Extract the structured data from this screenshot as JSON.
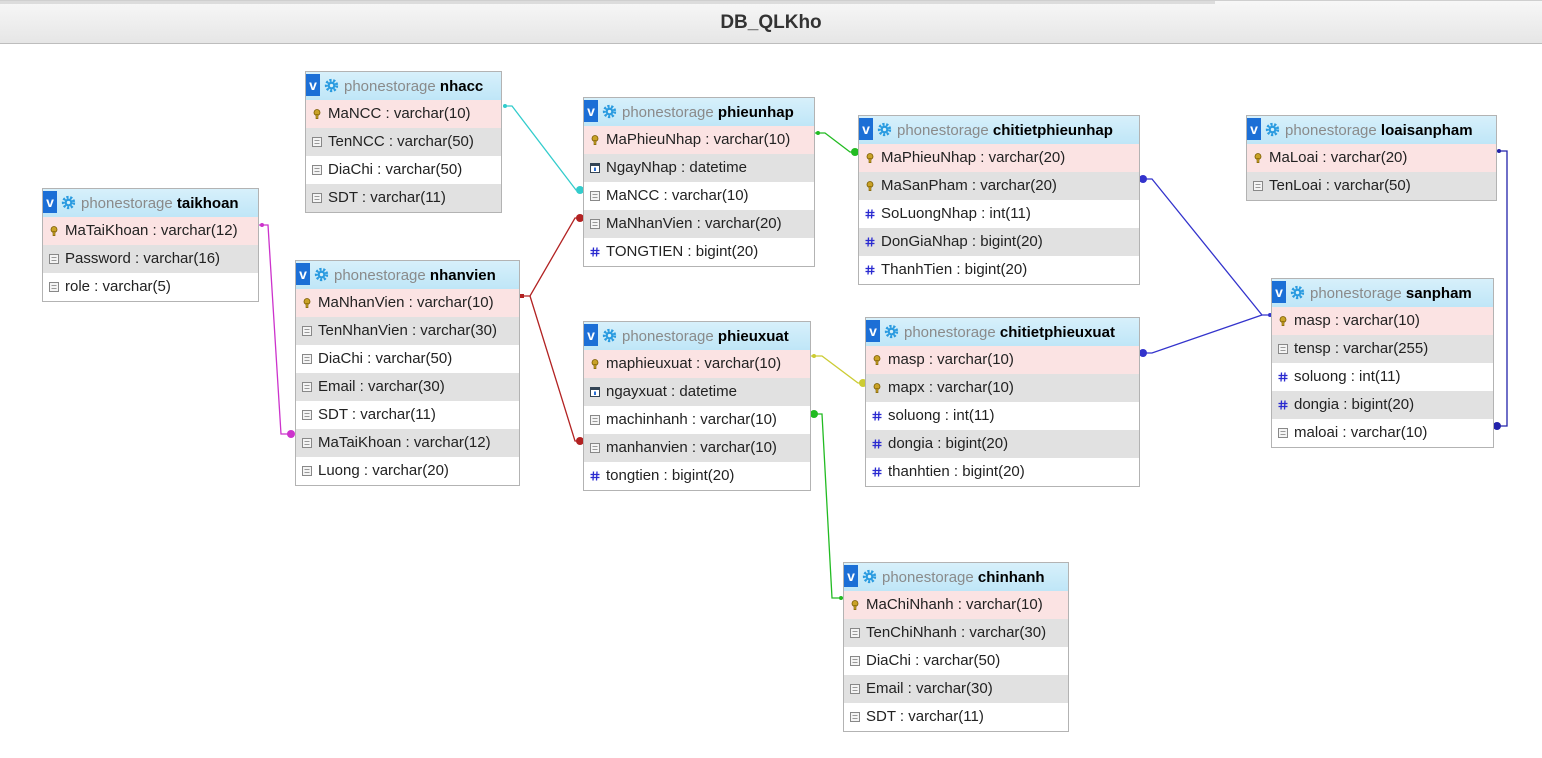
{
  "title": "DB_QLKho",
  "db_prefix": "phonestorage",
  "tables": {
    "nhacc": {
      "name": "nhacc",
      "columns": [
        {
          "text": "MaNCC : varchar(10)",
          "icon": "key-icon"
        },
        {
          "text": "TenNCC : varchar(50)",
          "icon": "field-icon"
        },
        {
          "text": "DiaChi : varchar(50)",
          "icon": "field-icon"
        },
        {
          "text": "SDT : varchar(11)",
          "icon": "field-icon"
        }
      ]
    },
    "taikhoan": {
      "name": "taikhoan",
      "columns": [
        {
          "text": "MaTaiKhoan : varchar(12)",
          "icon": "key-icon"
        },
        {
          "text": "Password : varchar(16)",
          "icon": "field-icon"
        },
        {
          "text": "role : varchar(5)",
          "icon": "field-icon"
        }
      ]
    },
    "nhanvien": {
      "name": "nhanvien",
      "columns": [
        {
          "text": "MaNhanVien : varchar(10)",
          "icon": "key-icon"
        },
        {
          "text": "TenNhanVien : varchar(30)",
          "icon": "field-icon"
        },
        {
          "text": "DiaChi : varchar(50)",
          "icon": "field-icon"
        },
        {
          "text": "Email : varchar(30)",
          "icon": "field-icon"
        },
        {
          "text": "SDT : varchar(11)",
          "icon": "field-icon"
        },
        {
          "text": "MaTaiKhoan : varchar(12)",
          "icon": "field-icon"
        },
        {
          "text": "Luong : varchar(20)",
          "icon": "field-icon"
        }
      ]
    },
    "phieunhap": {
      "name": "phieunhap",
      "columns": [
        {
          "text": "MaPhieuNhap : varchar(10)",
          "icon": "key-icon"
        },
        {
          "text": "NgayNhap : datetime",
          "icon": "date-icon"
        },
        {
          "text": "MaNCC : varchar(10)",
          "icon": "field-icon"
        },
        {
          "text": "MaNhanVien : varchar(20)",
          "icon": "field-icon"
        },
        {
          "text": "TONGTIEN : bigint(20)",
          "icon": "number-icon"
        }
      ]
    },
    "phieuxuat": {
      "name": "phieuxuat",
      "columns": [
        {
          "text": "maphieuxuat : varchar(10)",
          "icon": "key-icon"
        },
        {
          "text": "ngayxuat : datetime",
          "icon": "date-icon"
        },
        {
          "text": "machinhanh : varchar(10)",
          "icon": "field-icon"
        },
        {
          "text": "manhanvien : varchar(10)",
          "icon": "field-icon"
        },
        {
          "text": "tongtien : bigint(20)",
          "icon": "number-icon"
        }
      ]
    },
    "chitietphieunhap": {
      "name": "chitietphieunhap",
      "columns": [
        {
          "text": "MaPhieuNhap : varchar(20)",
          "icon": "key-icon"
        },
        {
          "text": "MaSanPham : varchar(20)",
          "icon": "key-icon"
        },
        {
          "text": "SoLuongNhap : int(11)",
          "icon": "number-icon"
        },
        {
          "text": "DonGiaNhap : bigint(20)",
          "icon": "number-icon"
        },
        {
          "text": "ThanhTien : bigint(20)",
          "icon": "number-icon"
        }
      ]
    },
    "chitietphieuxuat": {
      "name": "chitietphieuxuat",
      "columns": [
        {
          "text": "masp : varchar(10)",
          "icon": "key-icon"
        },
        {
          "text": "mapx : varchar(10)",
          "icon": "key-icon"
        },
        {
          "text": "soluong : int(11)",
          "icon": "number-icon"
        },
        {
          "text": "dongia : bigint(20)",
          "icon": "number-icon"
        },
        {
          "text": "thanhtien : bigint(20)",
          "icon": "number-icon"
        }
      ]
    },
    "chinhanh": {
      "name": "chinhanh",
      "columns": [
        {
          "text": "MaChiNhanh : varchar(10)",
          "icon": "key-icon"
        },
        {
          "text": "TenChiNhanh : varchar(30)",
          "icon": "field-icon"
        },
        {
          "text": "DiaChi : varchar(50)",
          "icon": "field-icon"
        },
        {
          "text": "Email : varchar(30)",
          "icon": "field-icon"
        },
        {
          "text": "SDT : varchar(11)",
          "icon": "field-icon"
        }
      ]
    },
    "loaisanpham": {
      "name": "loaisanpham",
      "columns": [
        {
          "text": "MaLoai : varchar(20)",
          "icon": "key-icon"
        },
        {
          "text": "TenLoai : varchar(50)",
          "icon": "field-icon"
        }
      ]
    },
    "sanpham": {
      "name": "sanpham",
      "columns": [
        {
          "text": "masp : varchar(10)",
          "icon": "key-icon"
        },
        {
          "text": "tensp : varchar(255)",
          "icon": "field-icon"
        },
        {
          "text": "soluong : int(11)",
          "icon": "number-icon"
        },
        {
          "text": "dongia : bigint(20)",
          "icon": "number-icon"
        },
        {
          "text": "maloai : varchar(10)",
          "icon": "field-icon"
        }
      ]
    }
  },
  "relations": [
    {
      "from": "phieunhap.MaNCC",
      "to": "nhacc.MaNCC",
      "color": "#33cccc"
    },
    {
      "from": "nhanvien.MaTaiKhoan",
      "to": "taikhoan.MaTaiKhoan",
      "color": "#cc33cc"
    },
    {
      "from": "phieunhap.MaNhanVien",
      "to": "nhanvien.MaNhanVien",
      "color": "#b22222"
    },
    {
      "from": "phieuxuat.manhanvien",
      "to": "nhanvien.MaNhanVien",
      "color": "#b22222"
    },
    {
      "from": "chitietphieunhap.MaPhieuNhap",
      "to": "phieunhap.MaPhieuNhap",
      "color": "#22bb22"
    },
    {
      "from": "chitietphieunhap.MaSanPham",
      "to": "sanpham.masp",
      "color": "#3333cc"
    },
    {
      "from": "chitietphieuxuat.masp",
      "to": "sanpham.masp",
      "color": "#3333cc"
    },
    {
      "from": "chitietphieuxuat.mapx",
      "to": "phieuxuat.maphieuxuat",
      "color": "#cccc33"
    },
    {
      "from": "phieuxuat.machinhanh",
      "to": "chinhanh.MaChiNhanh",
      "color": "#22bb22"
    },
    {
      "from": "sanpham.maloai",
      "to": "loaisanpham.MaLoai",
      "color": "#2222aa"
    }
  ]
}
